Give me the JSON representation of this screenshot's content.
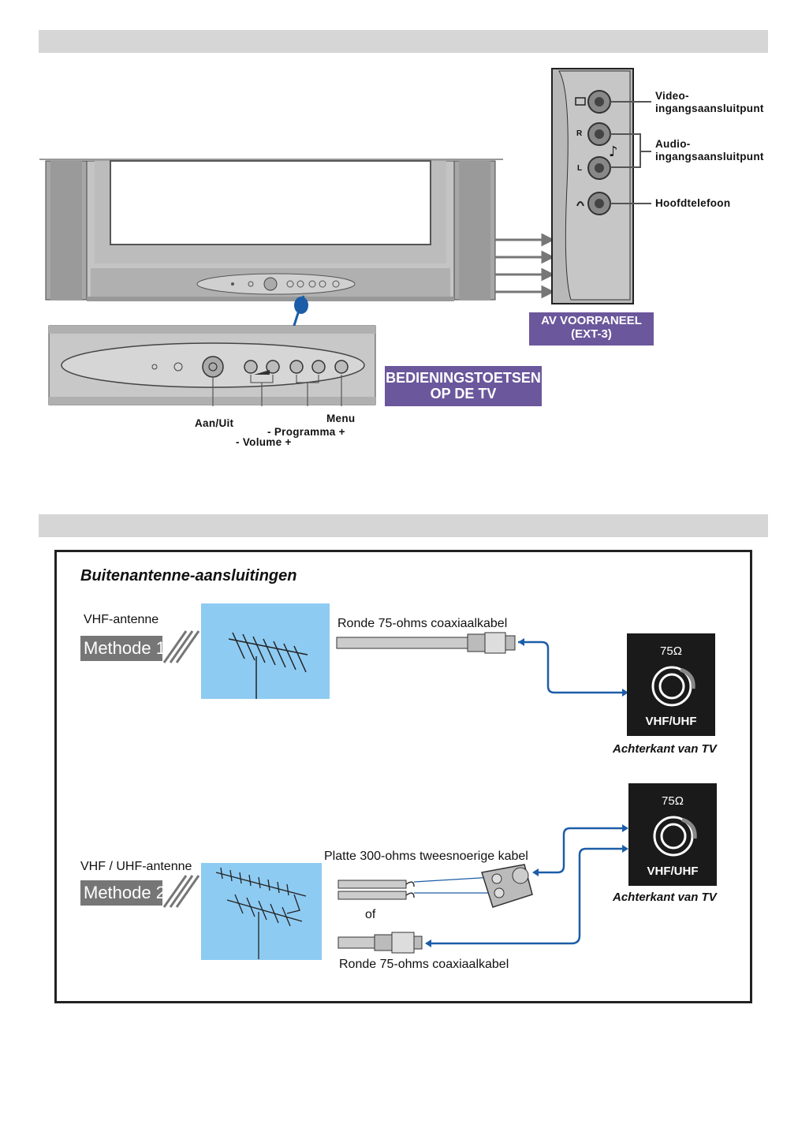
{
  "av_panel": {
    "title_line1": "AV VOORPANEEL",
    "title_line2": "(EXT-3)",
    "jack_letters": {
      "right": "R",
      "left": "L"
    },
    "video_label_1": "Video-",
    "video_label_2": "ingangsaansluitpunt",
    "audio_label_1": "Audio-",
    "audio_label_2": "ingangsaansluitpunt",
    "headphone_label": "Hoofdtelefoon"
  },
  "controls": {
    "title_line1": "BEDIENINGSTOETSEN",
    "title_line2": "OP DE TV",
    "power": "Aan/Uit",
    "menu": "Menu",
    "program": "- Programma +",
    "volume": "- Volume +",
    "btn_minus": "−",
    "btn_plus": "+"
  },
  "antenna": {
    "title": "Buitenantenne-aansluitingen",
    "method1": {
      "antenna_label": "VHF-antenne",
      "method_label": "Methode 1",
      "cable_label": "Ronde 75-ohms coaxiaalkabel"
    },
    "method2": {
      "antenna_label": "VHF / UHF-antenne",
      "method_label": "Methode 2",
      "flat_cable_label": "Platte 300-ohms tweesnoerige kabel",
      "or_label": "of",
      "coax_label": "Ronde 75-ohms coaxiaalkabel"
    },
    "port": {
      "ohm": "75Ω",
      "name": "VHF/UHF"
    },
    "back_label": "Achterkant van TV"
  },
  "colors": {
    "purple": "#6b579c",
    "sky": "#8ecbf2",
    "arrow_blue": "#1c5da8",
    "bar_gray": "#d6d6d6"
  }
}
